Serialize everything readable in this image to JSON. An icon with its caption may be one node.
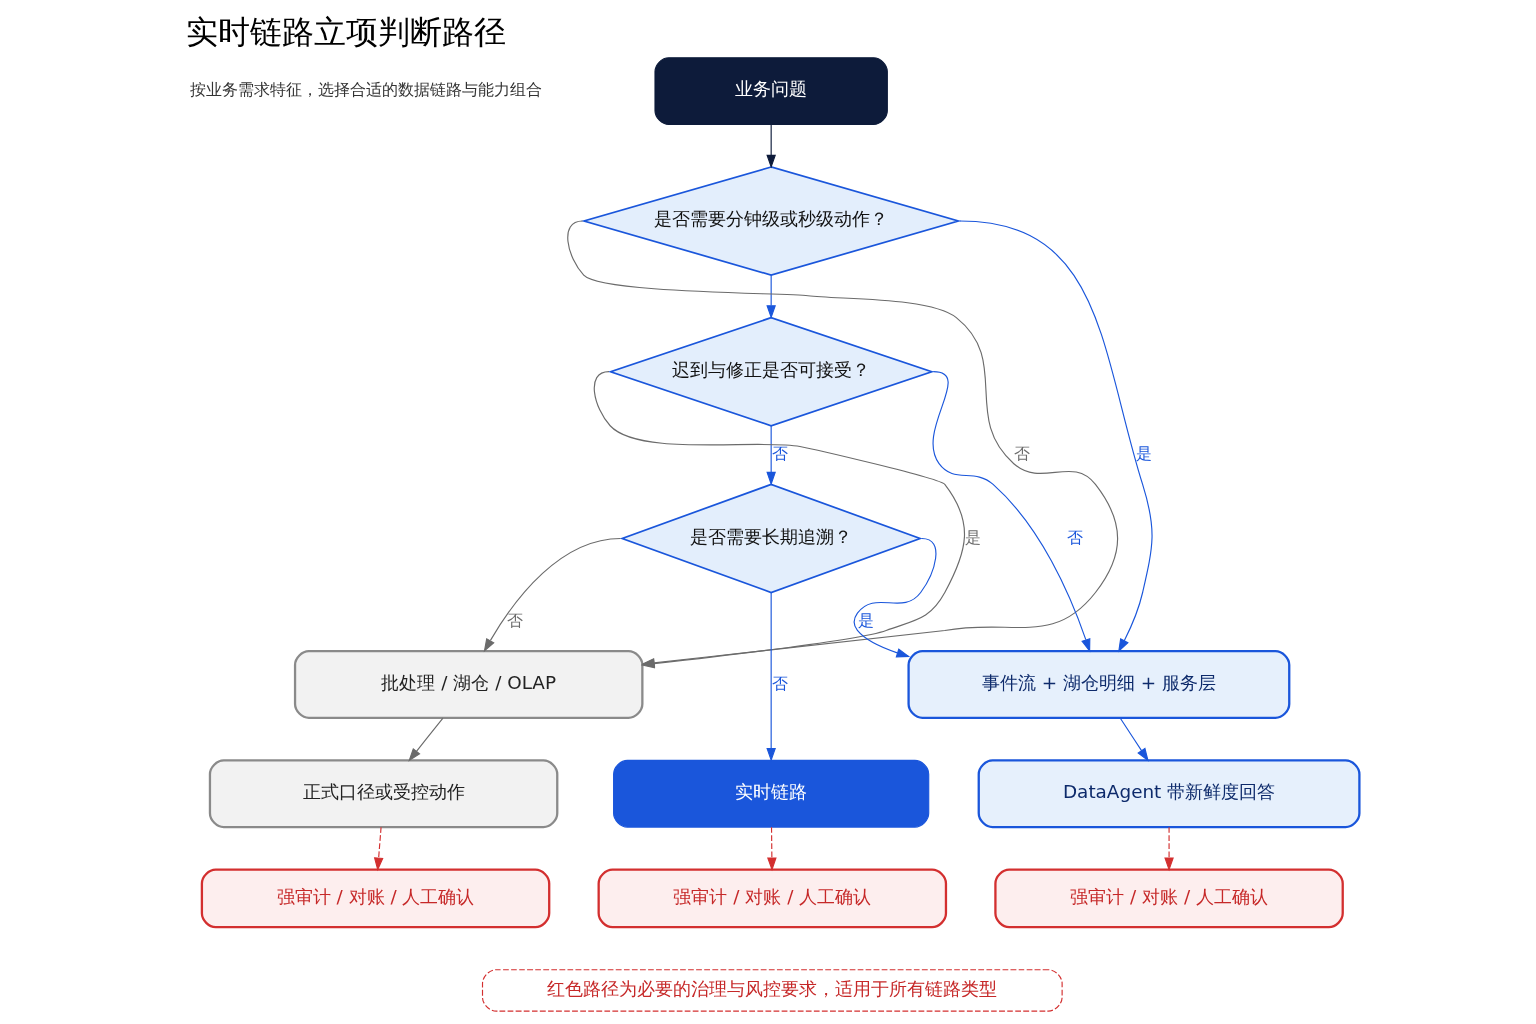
{
  "diagram": {
    "title": "实时链路立项判断路径",
    "nodes": [
      {
        "text": [
          "业务问题"
        ]
      },
      {
        "text": [
          "是否需要分钟级或秒级动作？"
        ]
      },
      {
        "text": [
          "迟到与修正是否可接受？"
        ]
      },
      {
        "text": [
          "是否需要长期追溯？"
        ]
      },
      {
        "text": [
          "批处理 / 湖仓 / OLAP"
        ]
      },
      {
        "text": [
          "正式口径或受控动作"
        ]
      },
      {
        "text": [
          "强审计 / 对账 / 人工确认"
        ]
      },
      {
        "text": [
          "实时链路"
        ]
      },
      {
        "text": [
          "强审计 / 对账 / 人工确认"
        ]
      },
      {
        "text": [
          "事件流 + 湖仓明细 + 服务层"
        ]
      },
      {
        "text": [
          "DataAgent 带新鲜度回答"
        ]
      },
      {
        "text": [
          "强审计 / 对账 / 人工确认"
        ]
      },
      {
        "text": [
          "红色路径为必要的治理与风控要求，适用于所有链路类型"
        ]
      }
    ],
    "edges": [
      {
        "from": 0,
        "to": 1,
        "arrow": "to",
        "color": "#0d1b3a"
      },
      {
        "from": 1,
        "to": 4,
        "arrow": "to",
        "label": "否",
        "color": "#6b6b6b"
      },
      {
        "from": 1,
        "to": 9,
        "arrow": "to",
        "label": "是"
      },
      {
        "from": 1,
        "to": 2,
        "arrow": "to"
      },
      {
        "from": 2,
        "to": 4,
        "arrow": "to",
        "label": "是",
        "color": "#6b6b6b"
      },
      {
        "from": 2,
        "to": 9,
        "arrow": "to",
        "label": "否"
      },
      {
        "from": 2,
        "to": 3,
        "arrow": "to",
        "label": "否"
      },
      {
        "from": 3,
        "to": 4,
        "arrow": "to",
        "label": "否",
        "color": "#6b6b6b"
      },
      {
        "from": 3,
        "to": 9,
        "arrow": "to",
        "label": "是"
      },
      {
        "from": 3,
        "to": 7,
        "arrow": "to",
        "label": "否"
      },
      {
        "from": 4,
        "to": 5,
        "arrow": "to",
        "color": "#6b6b6b"
      },
      {
        "from": 5,
        "to": 6,
        "arrow": "to",
        "style": "dashed",
        "color": "#d32f2f"
      },
      {
        "from": 7,
        "to": 8,
        "arrow": "to",
        "style": "dashed",
        "color": "#d32f2f"
      },
      {
        "from": 9,
        "to": 10,
        "arrow": "to"
      },
      {
        "from": 10,
        "to": 11,
        "arrow": "to",
        "style": "dashed",
        "color": "#d32f2f"
      }
    ],
    "labels": [
      "按业务需求特征，选择合适的数据链路与能力组合"
    ]
  }
}
